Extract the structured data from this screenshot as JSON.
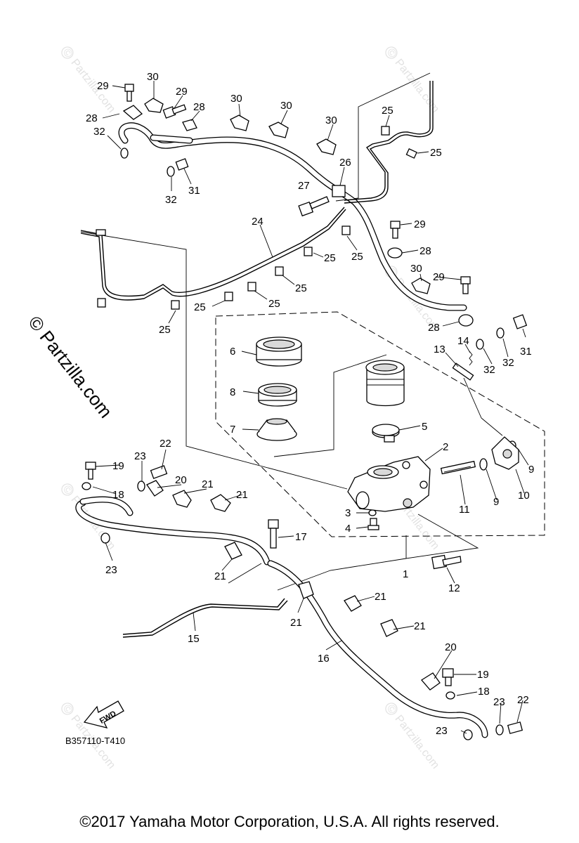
{
  "diagram": {
    "callouts": {
      "c1": "1",
      "c2": "2",
      "c3": "3",
      "c4": "4",
      "c5": "5",
      "c6": "6",
      "c7": "7",
      "c8": "8",
      "c9": "9",
      "c10": "10",
      "c11": "11",
      "c12": "12",
      "c13": "13",
      "c14": "14",
      "c15": "15",
      "c16": "16",
      "c17": "17",
      "c18": "18",
      "c19": "19",
      "c20": "20",
      "c21": "21",
      "c22": "22",
      "c23": "23",
      "c24": "24",
      "c25": "25",
      "c26": "26",
      "c27": "27",
      "c28": "28",
      "c29": "29",
      "c30": "30",
      "c31": "31",
      "c32": "32"
    },
    "fwd_label": "FWD",
    "diagram_code": "B357110-T410"
  },
  "watermark": {
    "side_text": "© Partzilla.com",
    "tile_text": "Partzilla.com",
    "tile_symbol": "©"
  },
  "footer": {
    "copyright": "©2017 Yamaha Motor Corporation, U.S.A. All rights reserved."
  }
}
